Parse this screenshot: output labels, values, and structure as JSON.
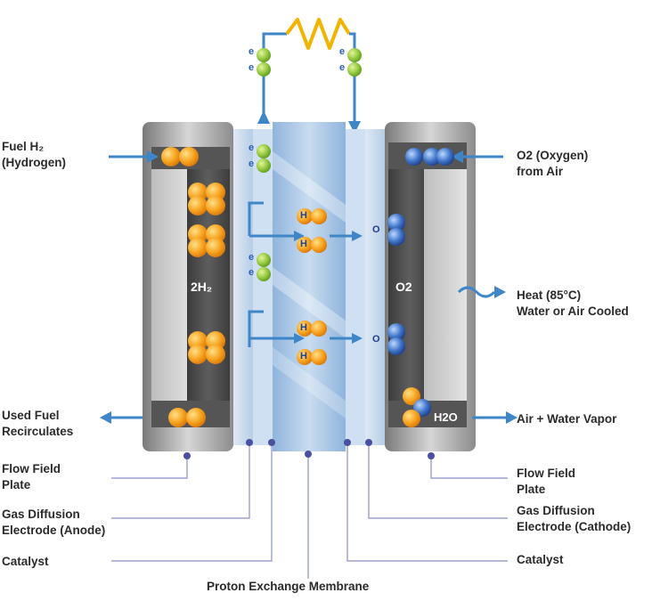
{
  "labels": {
    "fuel_h2": [
      "Fuel H₂",
      "(Hydrogen)"
    ],
    "o2_in": [
      "O2 (Oxygen)",
      "from Air"
    ],
    "heat": [
      "Heat (85°C)",
      "Water or Air Cooled"
    ],
    "used_fuel": [
      "Used Fuel",
      "Recirculates"
    ],
    "air_water": "Air + Water Vapor",
    "flow_left": [
      "Flow Field",
      "Plate"
    ],
    "flow_right": [
      "Flow Field",
      "Plate"
    ],
    "gde_anode": [
      "Gas Diffusion",
      "Electrode (Anode)"
    ],
    "gde_cathode": [
      "Gas Diffusion",
      "Electrode (Cathode)"
    ],
    "catalyst_left": "Catalyst",
    "catalyst_right": "Catalyst",
    "membrane": "Proton Exchange Membrane",
    "anode_chamber": "2H₂",
    "cathode_chamber": "O2",
    "water_out": "H2O",
    "electron": "e",
    "proton": "H",
    "oxygen": "O"
  },
  "colors": {
    "hydrogen": "#f39a1a",
    "electron": "#8cc63f",
    "oxygen": "#2c5fb5",
    "arrow": "#3f86c8",
    "resistor": "#f2b400",
    "plate": "#9a9a9a",
    "membrane": "#a8c8e8"
  }
}
